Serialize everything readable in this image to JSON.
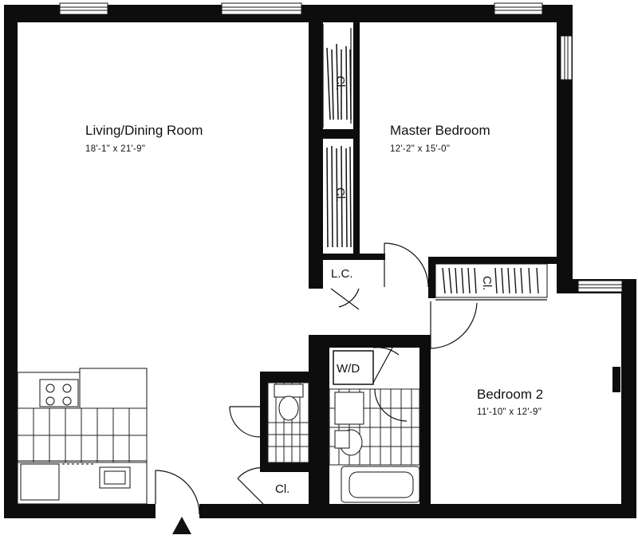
{
  "rooms": {
    "living": {
      "name": "Living/Dining Room",
      "dims": "18'-1\" x 21'-9\""
    },
    "master": {
      "name": "Master Bedroom",
      "dims": "12'-2\" x 15'-0\""
    },
    "bedroom2": {
      "name": "Bedroom 2",
      "dims": "11'-10\" x 12'-9\""
    }
  },
  "labels": {
    "closet_upper": "Cl.",
    "closet_lower": "Cl.",
    "closet_master": "Cl.",
    "linen_closet": "L.C.",
    "washer_dryer": "W/D",
    "hall_closet": "Cl."
  },
  "colors": {
    "wall": "#0d0d0d",
    "paper": "#ffffff"
  }
}
